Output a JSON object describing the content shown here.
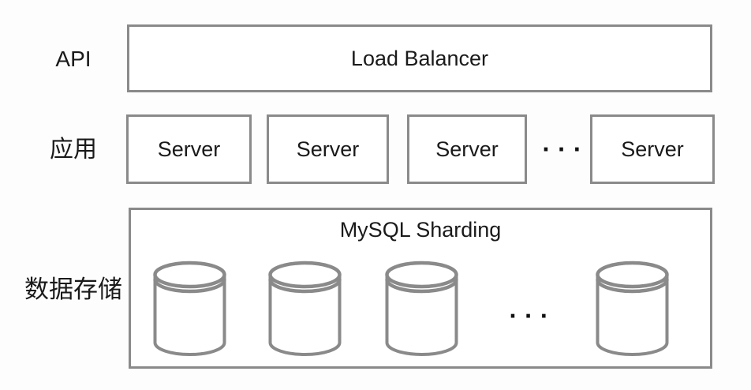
{
  "colors": {
    "background": "#fdfdfd",
    "box_border": "#8a8a8a",
    "box_fill": "#ffffff",
    "text": "#1a1a1a"
  },
  "rows": {
    "api": {
      "label": "API",
      "box": "Load Balancer"
    },
    "app": {
      "label": "应用",
      "servers": [
        "Server",
        "Server",
        "Server",
        "Server"
      ],
      "ellipsis": "···"
    },
    "storage": {
      "label": "数据存储",
      "title": "MySQL Sharding",
      "database_count": 4,
      "ellipsis": "···"
    }
  }
}
